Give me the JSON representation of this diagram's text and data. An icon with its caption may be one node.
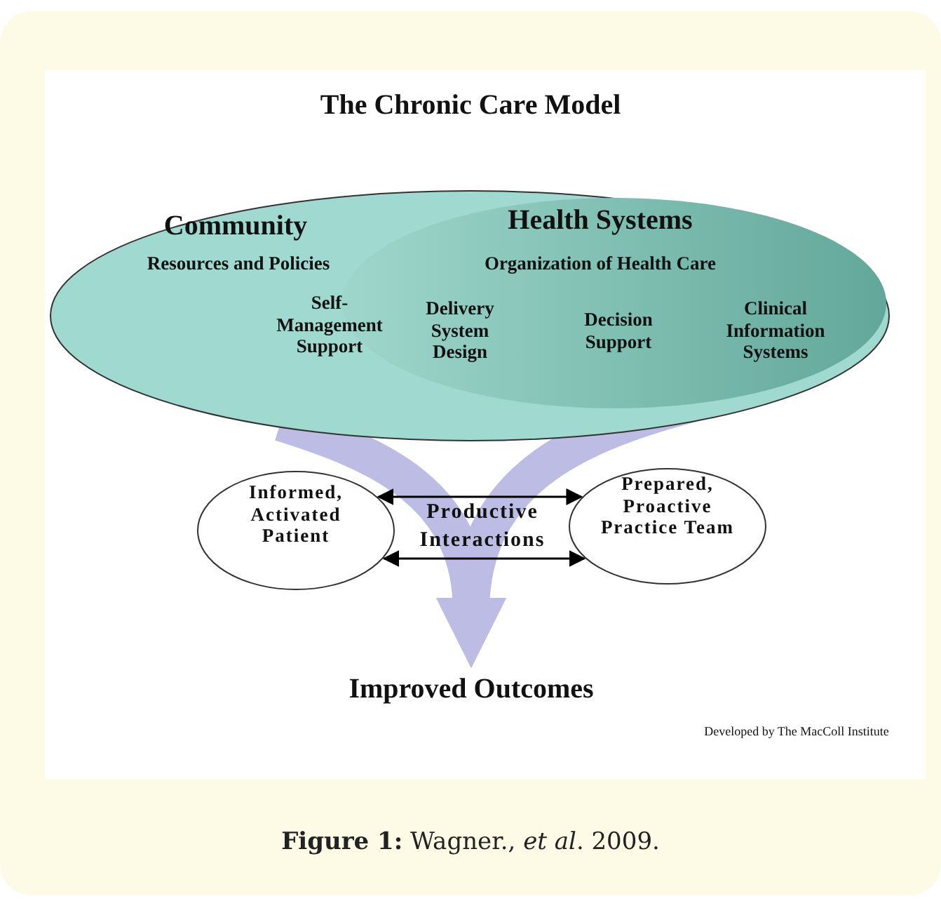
{
  "diagram": {
    "title": "The Chronic Care Model",
    "caption": "**Figure 1:** Wagner., *et al*. 2009.",
    "nodes": [
      {
        "text": [
          "Community",
          "Resources and Policies",
          "Self-Management Support"
        ]
      },
      {
        "text": [
          "Health Systems",
          "Organization of Health Care",
          "Delivery System Design",
          "Decision Support",
          "Clinical Information Systems"
        ],
        "in": 0
      },
      {
        "text": [
          "Informed, Activated Patient"
        ]
      },
      {
        "text": [
          "Prepared, Proactive Practice Team"
        ]
      },
      {
        "text": [
          "Improved Outcomes"
        ]
      }
    ],
    "edges": [
      {
        "from": 0,
        "to": 4,
        "arrow": "to",
        "style": "thick",
        "color": "#bcbce4"
      },
      {
        "from": 1,
        "to": 4,
        "arrow": "to",
        "style": "thick",
        "color": "#bcbce4"
      },
      {
        "from": 2,
        "to": 3,
        "arrow": "both",
        "color": "#000000"
      },
      {
        "from": 2,
        "to": 3,
        "arrow": "both",
        "color": "#000000"
      }
    ],
    "labels": [
      "Productive Interactions",
      "Developed by The MacColl Institute"
    ]
  }
}
